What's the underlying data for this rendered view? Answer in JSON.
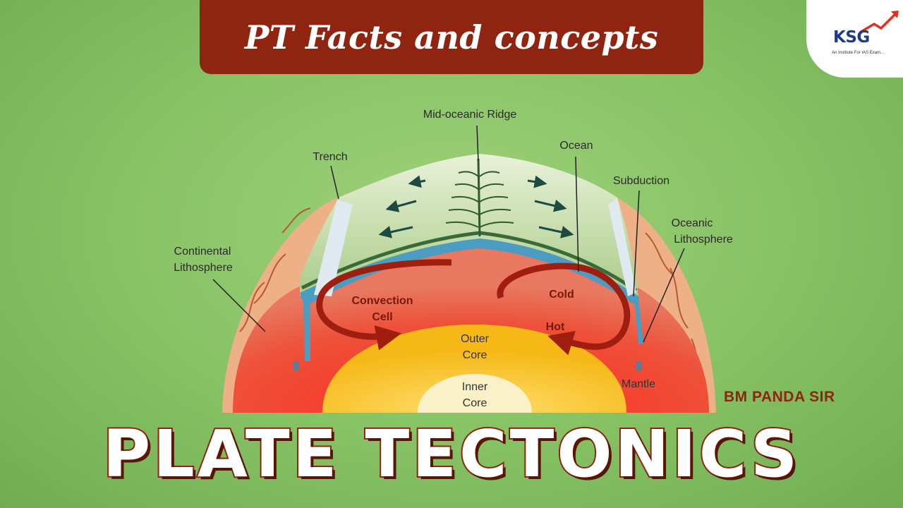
{
  "header": {
    "title": "PT Facts and concepts"
  },
  "logo": {
    "brand": "KSG",
    "tagline": "An Institute For IAS Exam..."
  },
  "diagram": {
    "labels": {
      "mid_oceanic_ridge": "Mid-oceanic Ridge",
      "ocean": "Ocean",
      "trench": "Trench",
      "subduction": "Subduction",
      "oceanic_lithosphere_1": "Oceanic",
      "oceanic_lithosphere_2": "Lithosphere",
      "continental_lithosphere_1": "Continental",
      "continental_lithosphere_2": "Lithosphere",
      "convection_cell_1": "Convection",
      "convection_cell_2": "Cell",
      "cold": "Cold",
      "hot": "Hot",
      "outer_core_1": "Outer",
      "outer_core_2": "Core",
      "inner_core_1": "Inner",
      "inner_core_2": "Core",
      "mantle": "Mantle"
    }
  },
  "author": "BM PANDA SIR",
  "footer": {
    "title": "PLATE TECTONICS"
  },
  "colors": {
    "banner": "#8f2410",
    "mantle": "#e8503a",
    "outer_core": "#f6c21e",
    "inner_core": "#fbf1c8",
    "ocean_plate": "#4a9cc2",
    "continental": "#f0a070"
  }
}
